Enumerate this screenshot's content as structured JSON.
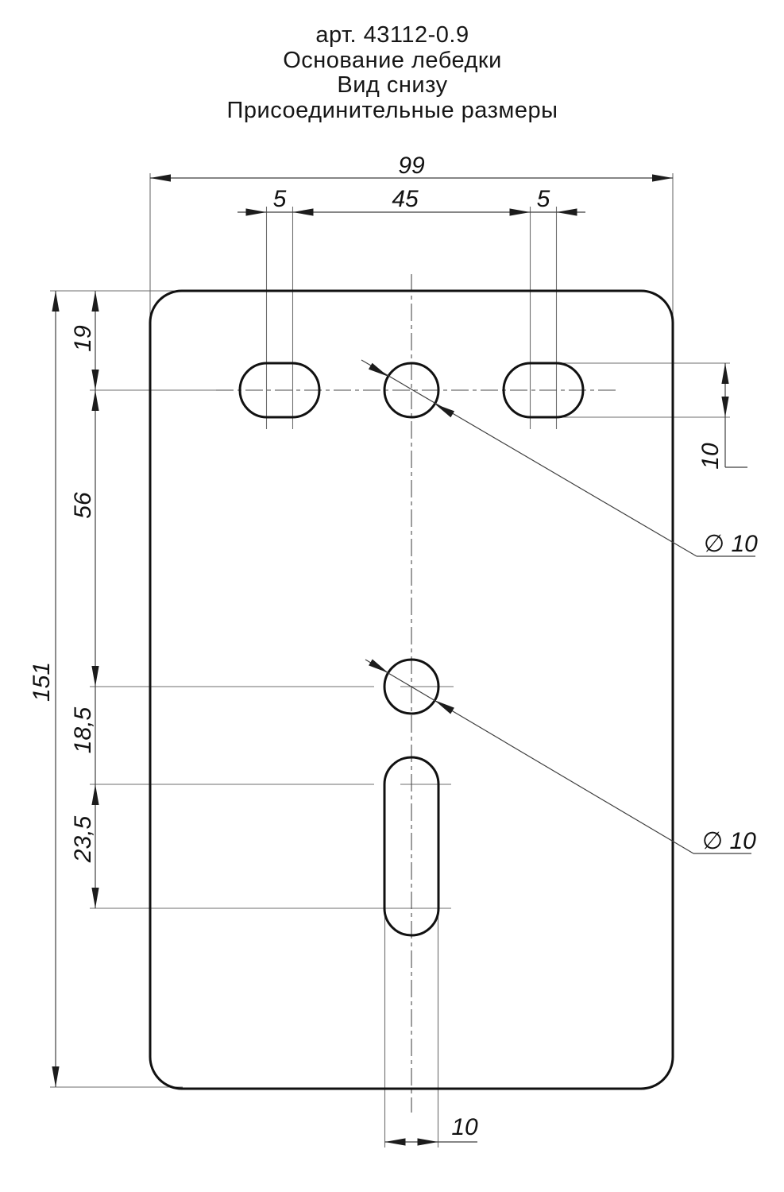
{
  "title": {
    "article": "арт. 43112-0.9",
    "part_name": "Основание лебедки",
    "view": "Вид снизу",
    "subtitle": "Присоединительные размеры"
  },
  "dimensions": {
    "overall_width": "99",
    "overall_height": "151",
    "slot_left_length": "5",
    "hole_span": "45",
    "slot_right_length": "5",
    "top_edge_to_row1": "19",
    "row1_to_row2": "56",
    "row2_to_slot_top": "18,5",
    "slot_center_length": "23,5",
    "slot_height_right": "10",
    "slot_width_bottom": "10",
    "hole1_diameter": "∅ 10",
    "hole2_diameter": "∅ 10"
  }
}
